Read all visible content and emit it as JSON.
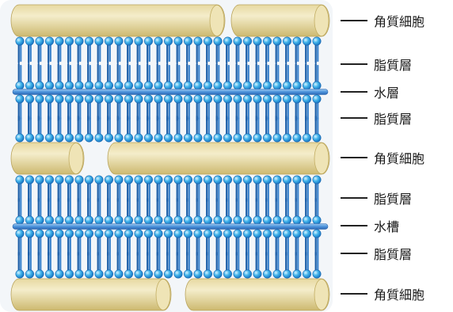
{
  "labels": {
    "corneocyte_top": "角質細胞",
    "lipid_1": "脂質層",
    "water_1": "水層",
    "lipid_2": "脂質層",
    "corneocyte_mid": "角質細胞",
    "lipid_3": "脂質層",
    "water_2": "水槽",
    "lipid_4": "脂質層",
    "corneocyte_bottom": "角質細胞"
  },
  "colors": {
    "corneocyte_light": "#f3ebc4",
    "corneocyte_mid": "#e2d291",
    "corneocyte_dark": "#c7b46a",
    "head_light": "#bfeaff",
    "head_mid": "#3fb4ec",
    "head_dark": "#1577c2",
    "tail": "#1d5fa8",
    "water": "#5a9fe0",
    "panel_bg": "#f3f6f9"
  }
}
